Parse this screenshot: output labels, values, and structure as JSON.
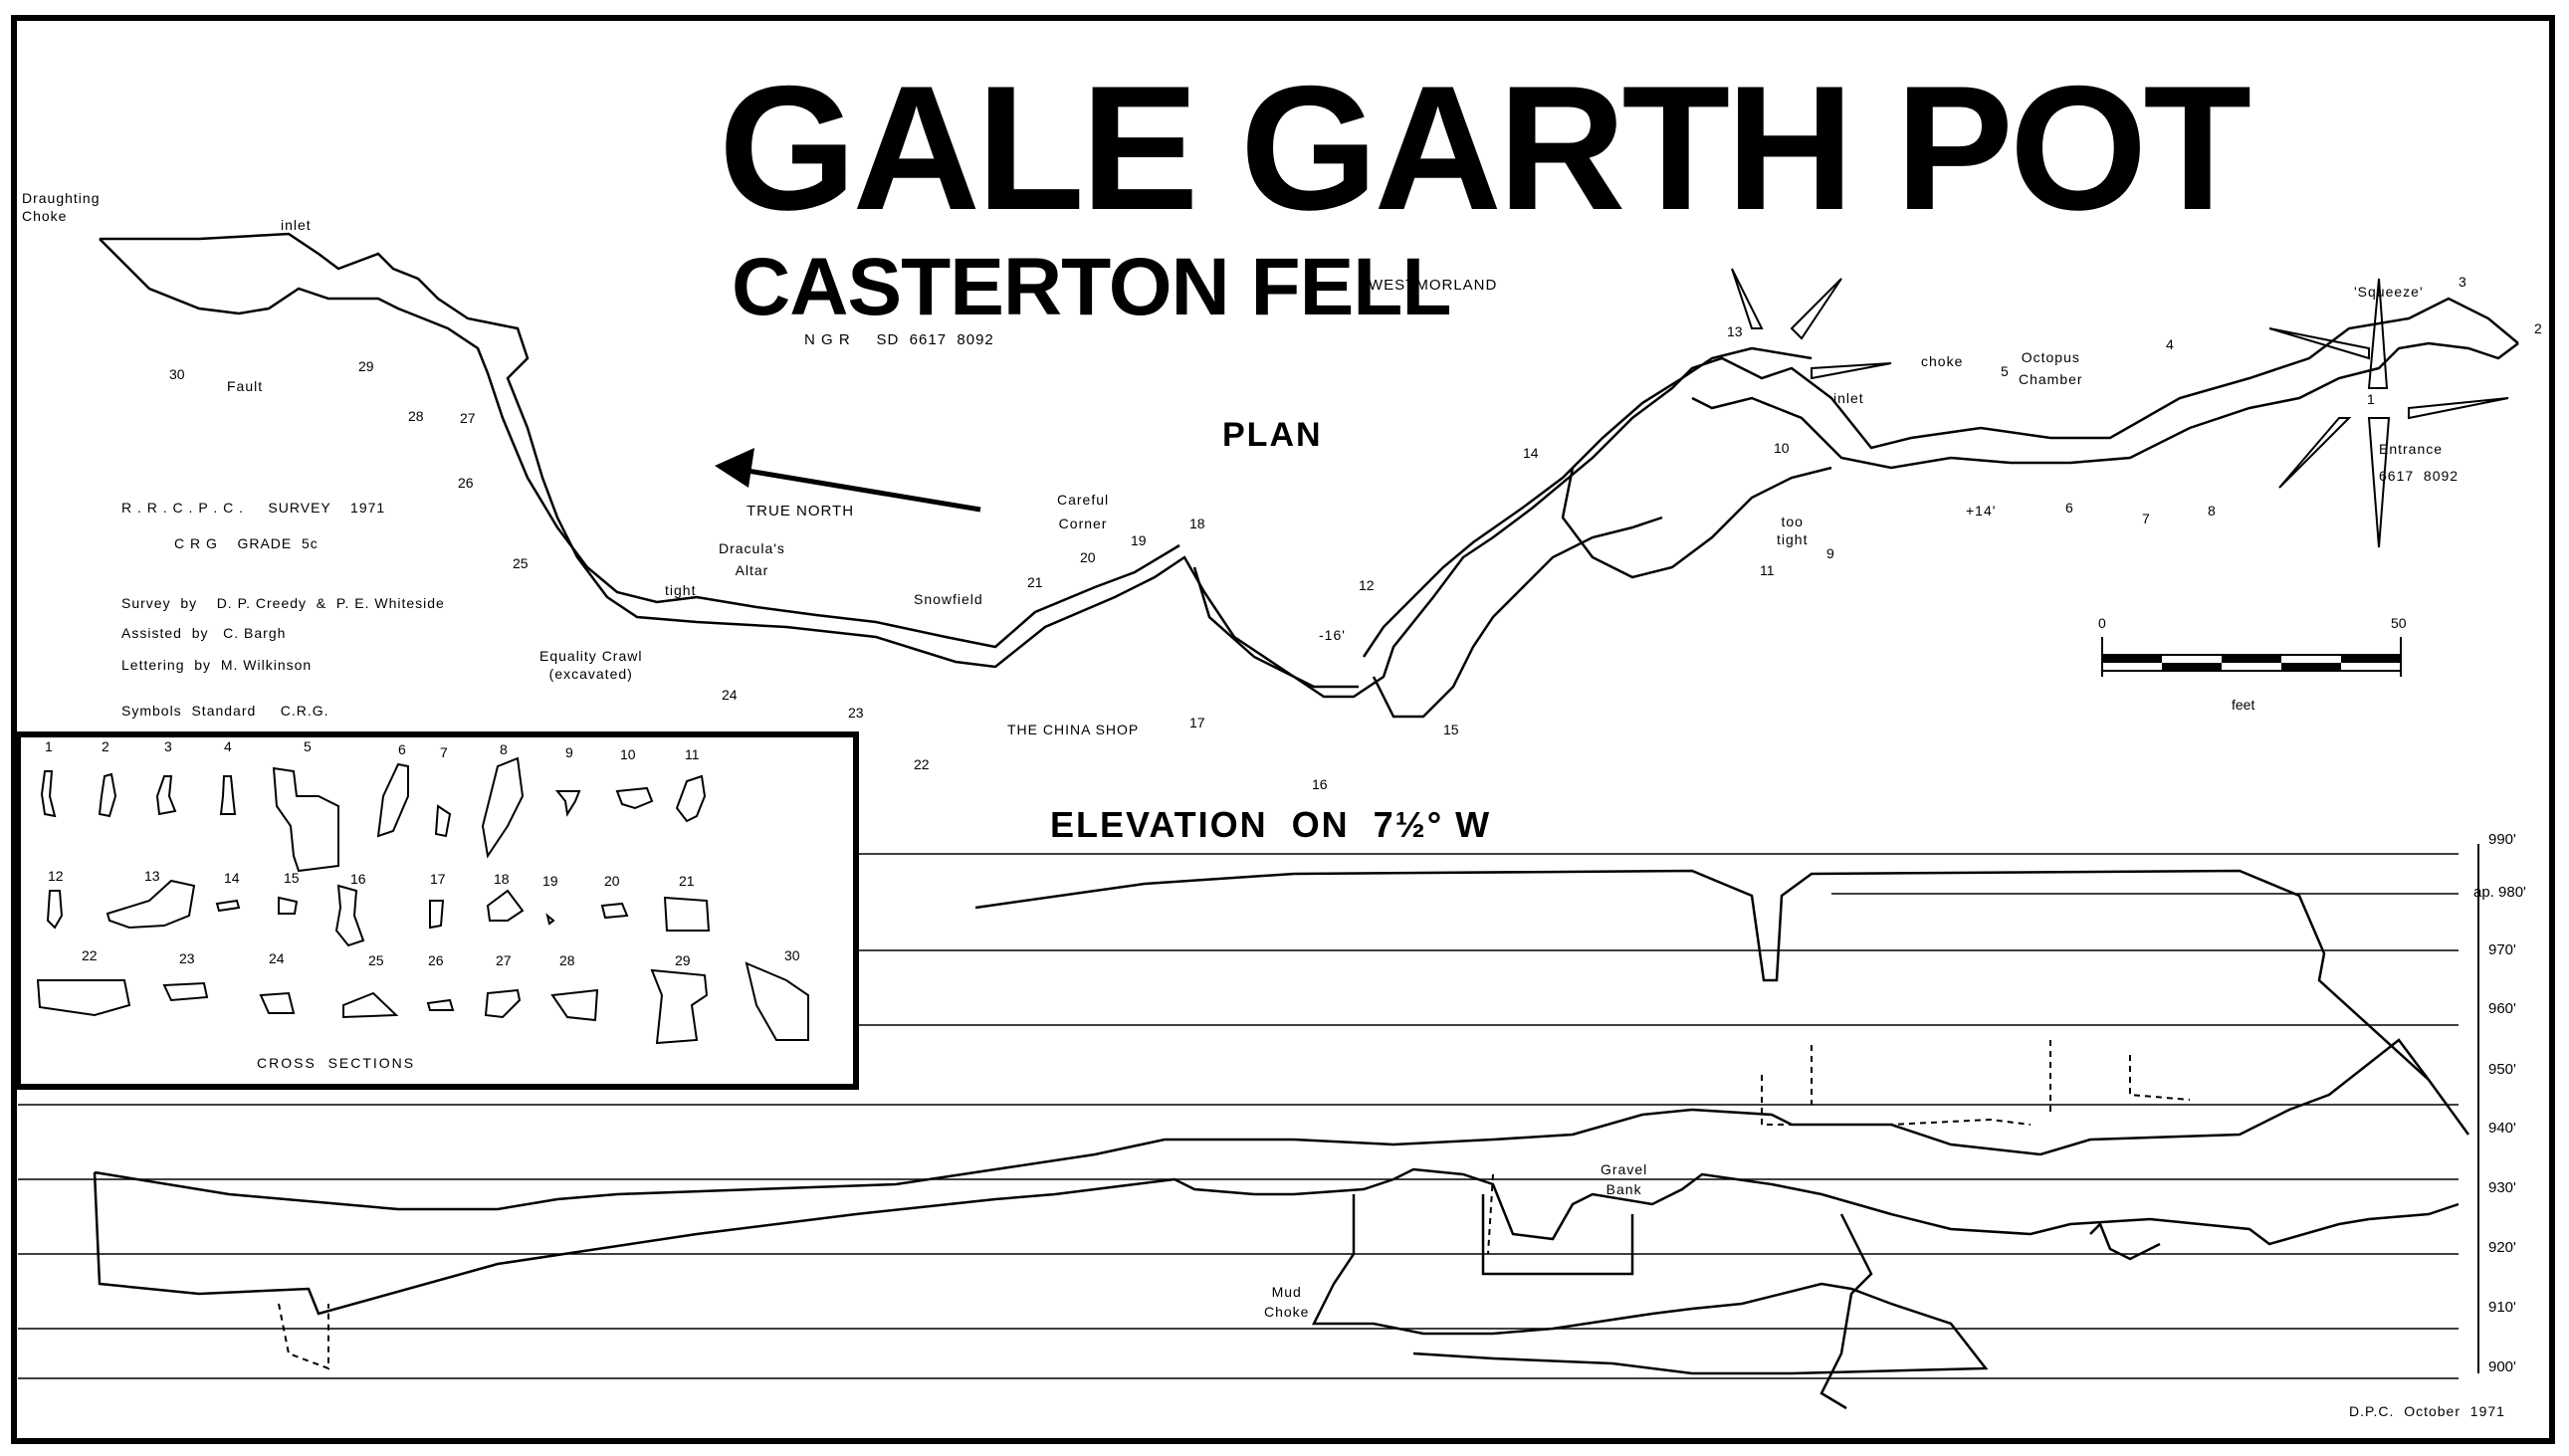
{
  "title": "GALE GARTH POT",
  "subtitle": "CASTERTON FELL",
  "county": "WESTMORLAND",
  "ngr": "N G R     SD  6617  8092",
  "plan_heading": "PLAN",
  "elevation_heading": "ELEVATION  ON  7½° W",
  "true_north": "TRUE  NORTH",
  "credits": {
    "survey": "R . R . C . P . C .     SURVEY    1971",
    "grade": "C R G    GRADE  5c",
    "surveyors": "Survey  by    D. P. Creedy  &  P. E. Whiteside",
    "assisted": "Assisted  by   C. Bargh",
    "lettering": "Lettering  by  M. Wilkinson",
    "symbols": "Symbols  Standard     C.R.G."
  },
  "plan_labels": {
    "draughting_choke": "Draughting\nChoke",
    "inlet_west": "inlet",
    "fault": "Fault",
    "draculas_altar": "Dracula's\nAltar",
    "tight": "tight",
    "equality_crawl": "Equality Crawl\n(excavated)",
    "snowfield": "Snowfield",
    "china_shop": "THE  CHINA  SHOP",
    "careful_corner": "Careful\nCorner",
    "choke": "choke",
    "inlet_east": "inlet",
    "octopus_chamber": "Octopus\nChamber",
    "squeeze": "'Squeeze'",
    "entrance": "Entrance",
    "entrance_ngr": "6617  8092",
    "too_tight": "too\ntight",
    "minus16": "-16'",
    "plus14": "+14'"
  },
  "station_numbers": [
    "1",
    "2",
    "3",
    "4",
    "5",
    "6",
    "7",
    "8",
    "9",
    "10",
    "11",
    "12",
    "13",
    "14",
    "15",
    "16",
    "17",
    "18",
    "19",
    "20",
    "21",
    "22",
    "23",
    "24",
    "25",
    "26",
    "27",
    "28",
    "29",
    "30"
  ],
  "scale_bar": {
    "start": "0",
    "end": "50",
    "unit": "feet"
  },
  "cross_sections": {
    "caption": "CROSS  SECTIONS",
    "labels": [
      "1",
      "2",
      "3",
      "4",
      "5",
      "6",
      "7",
      "8",
      "9",
      "10",
      "11",
      "12",
      "13",
      "14",
      "15",
      "16",
      "17",
      "18",
      "19",
      "20",
      "21",
      "22",
      "23",
      "24",
      "25",
      "26",
      "27",
      "28",
      "29",
      "30"
    ]
  },
  "elevation_scale": [
    "990'",
    "ap. 980'",
    "970'",
    "960'",
    "950'",
    "940'",
    "930'",
    "920'",
    "910'",
    "900'"
  ],
  "elevation_labels": {
    "gravel_bank": "Gravel\nBank",
    "mud_choke": "Mud\nChoke"
  },
  "footer": "D.P.C.  October  1971"
}
